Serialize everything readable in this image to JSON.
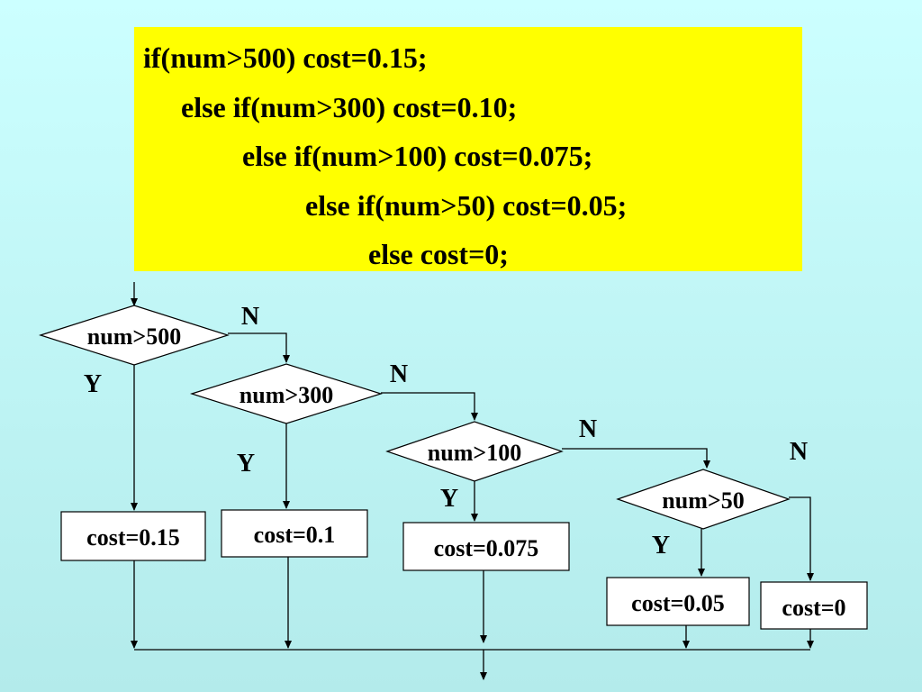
{
  "code": {
    "lines": [
      "if(num>500) cost=0.15;",
      "else if(num>300) cost=0.10;",
      "else if(num>100) cost=0.075;",
      "else if(num>50) cost=0.05;",
      "else cost=0;"
    ]
  },
  "flowchart": {
    "decisions": [
      "num>500",
      "num>300",
      "num>100",
      "num>50"
    ],
    "results": [
      "cost=0.15",
      "cost=0.1",
      "cost=0.075",
      "cost=0.05",
      "cost=0"
    ],
    "yes_label": "Y",
    "no_label": "N"
  },
  "colors": {
    "background": "#ccffff",
    "code_background": "#ffff00",
    "shape_fill": "#ffffff",
    "stroke": "#000000"
  }
}
